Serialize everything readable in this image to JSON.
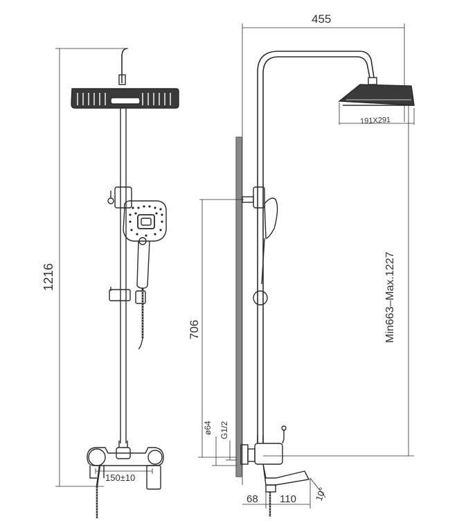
{
  "dimensions": {
    "overall_height": "1216",
    "overall_width": "455",
    "head_size": "191X291",
    "height_range": "Min663–Max.1227",
    "mixer_height": "706",
    "pipe_dia": "ø64",
    "thread": "G1/2",
    "inlet_spacing": "150±10",
    "wall_offset": "68",
    "spout_length": "110",
    "spout_angle": "10°"
  },
  "colors": {
    "line": "#2a2a2a",
    "wall": "#8a8a8a",
    "head_fill": "#3a3a3a"
  }
}
